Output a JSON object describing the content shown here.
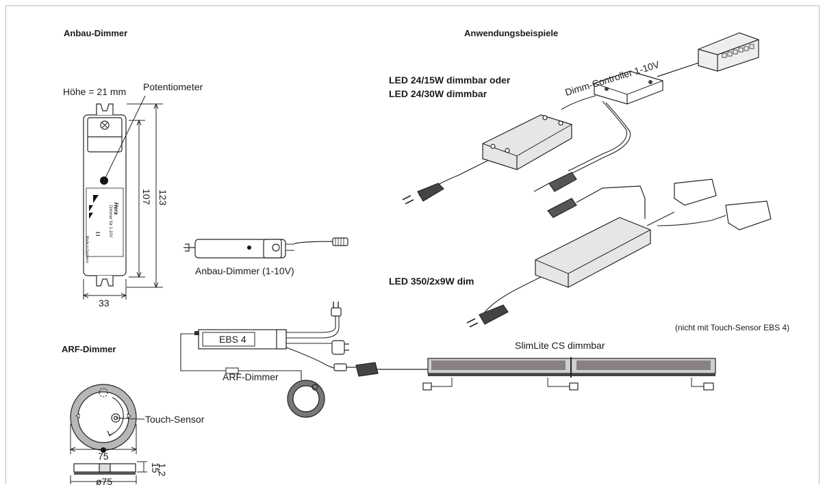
{
  "sections": {
    "anbau_title": "Anbau-Dimmer",
    "anwendung_title": "Anwendungsbeispiele",
    "arf_title": "ARF-Dimmer"
  },
  "anbau": {
    "hoehe": "Höhe = 21 mm",
    "potentiometer": "Potentiometer",
    "dim_107": "107",
    "dim_123": "123",
    "dim_33": "33",
    "label_1_10v": "Anbau-Dimmer (1-10V)",
    "device_brand": "Hera",
    "device_text": "Dimmer für 1-10V",
    "device_made": "Made in Germany"
  },
  "arf": {
    "touch_sensor": "Touch-Sensor",
    "dim_75": "75",
    "dim_15": "15",
    "dim_1_2": "1,2",
    "dim_o75": "ø75",
    "label_arf": "ARF-Dimmer",
    "ebs4": "EBS 4"
  },
  "examples": {
    "dimm_controller": "Dimm-Controller 1-10V",
    "led_line1": "LED 24/15W dimmbar oder",
    "led_line2": "LED 24/30W dimmbar",
    "led_350": "LED 350/2x9W dim",
    "note": "(nicht mit Touch-Sensor EBS 4)",
    "slimlite": "SlimLite CS dimmbar"
  }
}
